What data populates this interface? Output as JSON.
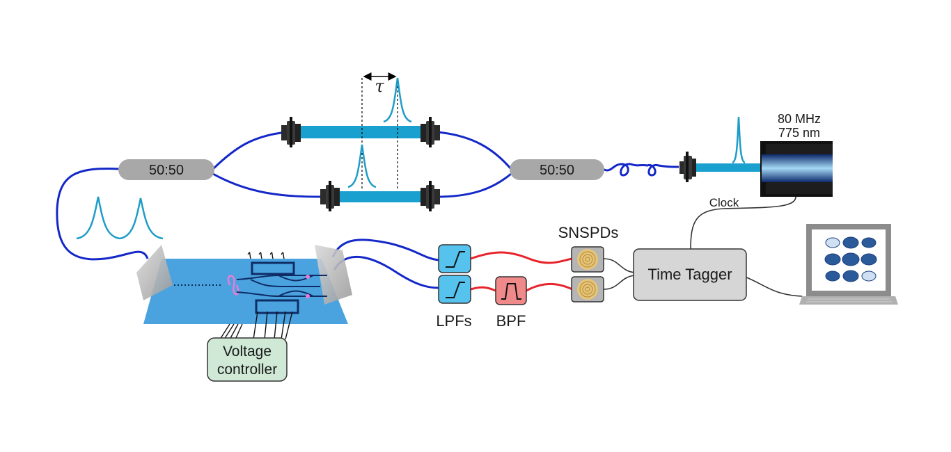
{
  "laser": {
    "line1": "80 MHz",
    "line2": "775 nm"
  },
  "beam_splitters": {
    "left": "50:50",
    "right": "50:50"
  },
  "delay_symbol": "τ",
  "clock_label": "Clock",
  "detectors_label": "SNSPDs",
  "lpf_label": "LPFs",
  "bpf_label": "BPF",
  "time_tagger_label": "Time Tagger",
  "voltage_controller": {
    "line1": "Voltage",
    "line2": "controller"
  },
  "colors": {
    "fiber_blue": "#1428c8",
    "fiber_red": "#e8232b",
    "beam_cyan": "#1aa0cf",
    "pulse_cyan": "#1e9cc8",
    "chip_blue": "#4aa3df",
    "lpf_blue": "#55c3ee",
    "bpf_red": "#f08a8a",
    "controller_green": "#cfe9d6",
    "splitter_gray": "#a8a8a8",
    "tagger_gray": "#d6d6d6",
    "detector_gold": "#e6c57a"
  }
}
